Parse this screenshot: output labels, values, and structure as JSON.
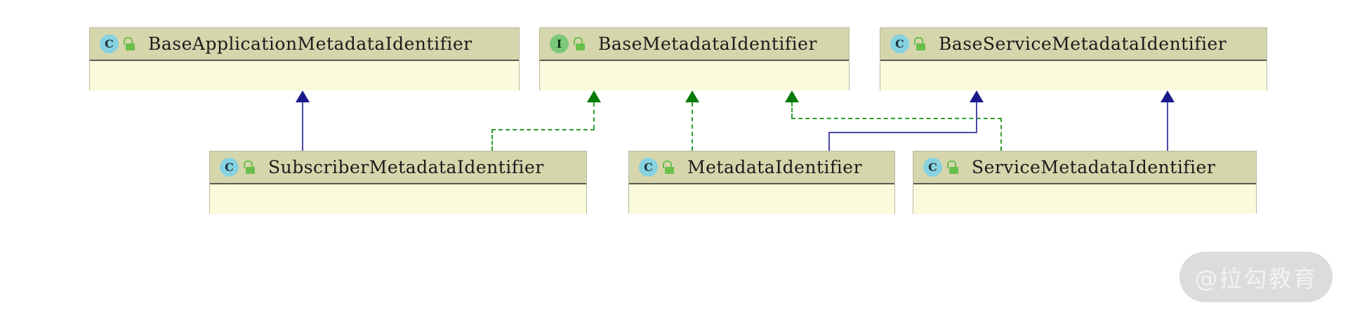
{
  "diagram": {
    "kind": "uml-class-diagram",
    "colors": {
      "header_fill": "#d6d6ad",
      "body_fill": "#fafadc",
      "box_border": "#b9b9a0",
      "header_rule": "#5a5a52",
      "inheritance_line": "#4a4aa8",
      "inheritance_arrow": "#1a1a8c",
      "realization_line": "#2f9e2f",
      "realization_arrow": "#067a06",
      "class_icon_fill": "#86d2e0",
      "interface_icon_fill": "#7ac97a",
      "lock_icon_fill": "#6abf4b",
      "watermark_fill": "#dcdcdc",
      "watermark_text": "#f2f2f2"
    },
    "classes": [
      {
        "id": "base-application-metadata-identifier",
        "name": "BaseApplicationMetadataIdentifier",
        "stereotype": "C",
        "stereotype_label": "class",
        "visibility_icon": "unlocked-padlock-icon",
        "row": "top"
      },
      {
        "id": "base-metadata-identifier",
        "name": "BaseMetadataIdentifier",
        "stereotype": "I",
        "stereotype_label": "interface",
        "visibility_icon": "unlocked-padlock-icon",
        "row": "top"
      },
      {
        "id": "base-service-metadata-identifier",
        "name": "BaseServiceMetadataIdentifier",
        "stereotype": "C",
        "stereotype_label": "class",
        "visibility_icon": "unlocked-padlock-icon",
        "row": "top"
      },
      {
        "id": "subscriber-metadata-identifier",
        "name": "SubscriberMetadataIdentifier",
        "stereotype": "C",
        "stereotype_label": "class",
        "visibility_icon": "unlocked-padlock-icon",
        "row": "bottom"
      },
      {
        "id": "metadata-identifier",
        "name": "MetadataIdentifier",
        "stereotype": "C",
        "stereotype_label": "class",
        "visibility_icon": "unlocked-padlock-icon",
        "row": "bottom"
      },
      {
        "id": "service-metadata-identifier",
        "name": "ServiceMetadataIdentifier",
        "stereotype": "C",
        "stereotype_label": "class",
        "visibility_icon": "unlocked-padlock-icon",
        "row": "bottom"
      }
    ],
    "relationships": [
      {
        "type": "generalization",
        "style": "solid-blue",
        "from": "subscriber-metadata-identifier",
        "to": "base-application-metadata-identifier"
      },
      {
        "type": "realization",
        "style": "dashed-green",
        "from": "subscriber-metadata-identifier",
        "to": "base-metadata-identifier"
      },
      {
        "type": "realization",
        "style": "dashed-green",
        "from": "metadata-identifier",
        "to": "base-metadata-identifier"
      },
      {
        "type": "realization",
        "style": "dashed-green",
        "from": "service-metadata-identifier",
        "to": "base-metadata-identifier"
      },
      {
        "type": "realization",
        "style": "dashed-green",
        "from": "service-metadata-identifier",
        "to": "base-service-metadata-identifier"
      },
      {
        "type": "generalization",
        "style": "solid-blue",
        "from": "metadata-identifier",
        "to": "base-service-metadata-identifier"
      },
      {
        "type": "generalization",
        "style": "solid-blue",
        "from": "service-metadata-identifier",
        "to": "base-service-metadata-identifier"
      }
    ]
  },
  "watermark": {
    "text": "@拉勾教育"
  }
}
